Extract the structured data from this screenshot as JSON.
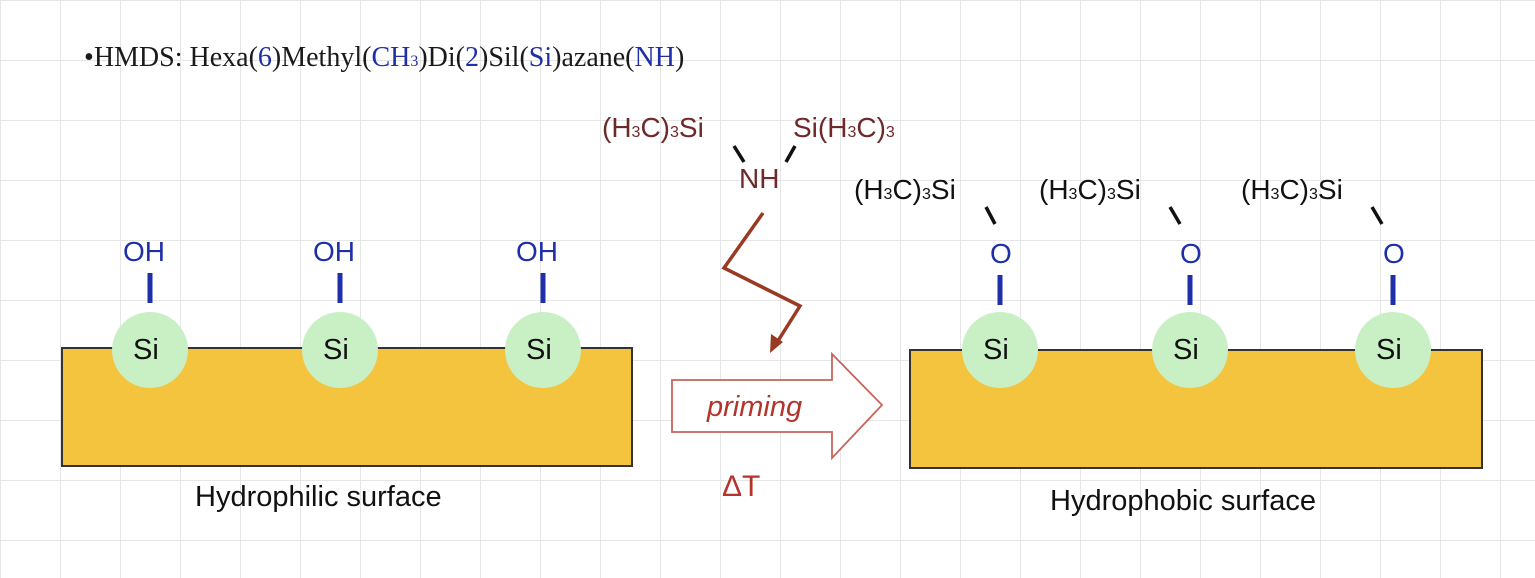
{
  "heading": {
    "bullet": "•",
    "parts": [
      {
        "text": "HMDS: Hexa(",
        "color": "dark"
      },
      {
        "text": "6",
        "color": "blue"
      },
      {
        "text": ")Methyl(",
        "color": "dark"
      },
      {
        "text": "CH",
        "color": "blue"
      },
      {
        "text": "3",
        "color": "blue",
        "sub": true
      },
      {
        "text": ")Di(",
        "color": "dark"
      },
      {
        "text": "2",
        "color": "blue"
      },
      {
        "text": ")Sil(",
        "color": "dark"
      },
      {
        "text": "Si",
        "color": "blue"
      },
      {
        "text": ")azane(",
        "color": "dark"
      },
      {
        "text": "NH",
        "color": "blue"
      },
      {
        "text": ")",
        "color": "dark"
      }
    ]
  },
  "left_surface": {
    "label": "Hydrophilic surface",
    "atom": "Si",
    "group": "OH"
  },
  "right_surface": {
    "label": "Hydrophobic surface",
    "atom": "Si",
    "bond_atom": "O",
    "ligand_a": "(H",
    "ligand_sub1": "3",
    "ligand_b": "C)",
    "ligand_sub2": "3",
    "ligand_c": "Si"
  },
  "hmds_molecule": {
    "left_a": "(H",
    "left_sub1": "3",
    "left_b": "C)",
    "left_sub2": "3",
    "left_c": "Si",
    "right_a": "Si(H",
    "right_sub1": "3",
    "right_b": "C)",
    "right_sub2": "3",
    "center": "NH"
  },
  "process": {
    "arrow_label": "priming",
    "condition": "ΔT"
  },
  "colors": {
    "substrate": "#f4c43f",
    "substrate_border": "#333333",
    "silicon_fill": "#c9f0c4",
    "oh_blue": "#1f2fa8",
    "hmds_red": "#6e2a2a",
    "arrow_red": "#b2342b",
    "zigzag": "#9a3a22"
  }
}
